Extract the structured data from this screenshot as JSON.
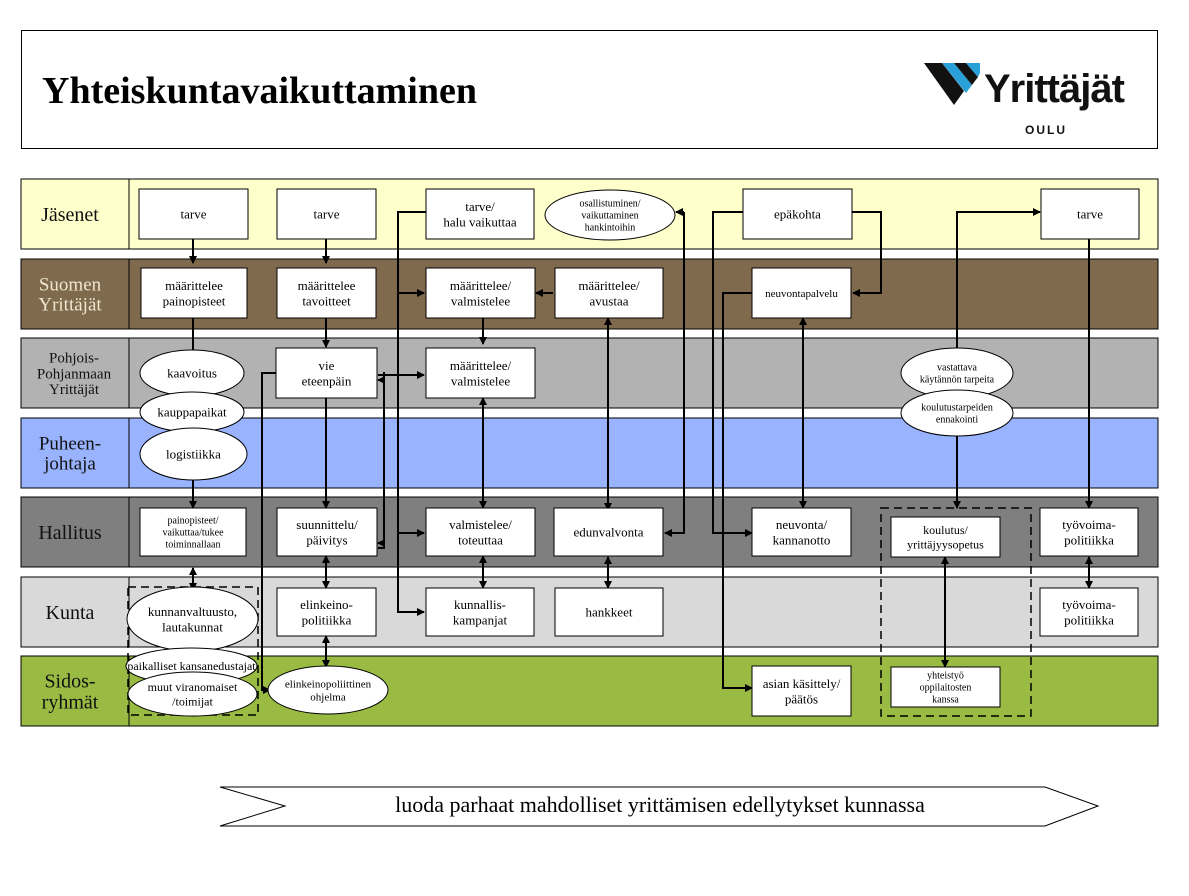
{
  "header": {
    "title": "Yhteiskuntavaikuttaminen",
    "logo_text": "Yrittäjät",
    "logo_subtext": "OULU",
    "logo_colors": {
      "dark": "#111111",
      "accent": "#2aa0d8"
    }
  },
  "lanes": [
    {
      "label": "Jäsenet",
      "color": "#ffffcc"
    },
    {
      "label": "Suomen Yrittäjät",
      "color": "#7f6a4d"
    },
    {
      "label": "Pohjois-Pohjanmaan Yrittäjät",
      "color": "#b2b2b2"
    },
    {
      "label": "Puheen-johtaja",
      "color": "#99b3ff"
    },
    {
      "label": "Hallitus",
      "color": "#7f7f7f"
    },
    {
      "label": "Kunta",
      "color": "#d9d9d9"
    },
    {
      "label": "Sidos-ryhmät",
      "color": "#99bb44"
    }
  ],
  "nodes": {
    "j1": "tarve",
    "j2": "tarve",
    "j3": "tarve/ halu vaikuttaa",
    "j4": "osallistuminen/ vaikuttaminen hankintoihin",
    "j5": "epäkohta",
    "j6": "tarve",
    "s1": "määrittelee painopisteet",
    "s2": "määrittelee tavoitteet",
    "s3": "määrittelee/ valmistelee",
    "s4": "määrittelee/ avustaa",
    "s5": "neuvontapalvelu",
    "p_kaavoitus": "kaavoitus",
    "p_vie": "vie eteenpäin",
    "p_maar": "määrittelee/ valmistelee",
    "p_vastattava": "vastattava käytännön tarpeita",
    "p_kauppa": "kauppapaikat",
    "p_koulutus": "koulutustarpeiden ennakointi",
    "pj_logistiikka": "logistiikka",
    "h1": "painopisteet/ vaikuttaa/tukee toiminnallaan",
    "h2": "suunnittelu/ päivitys",
    "h3": "valmistelee/ toteuttaa",
    "h4": "edunvalvonta",
    "h5": "neuvonta/ kannanotto",
    "h6": "koulutus/ yrittäjyysopetus",
    "h7": "työvoima-politiikka",
    "k1": "kunnanvaltuusto, lautakunnat",
    "k2": "elinkeino-politiikka",
    "k3": "kunnallis-kampanjat",
    "k4": "hankkeet",
    "k5": "työvoima-politiikka",
    "sr_paikalliset": "paikalliset kansanedustajat",
    "sr_muut": "muut viranomaiset /toimijat",
    "sr_ohjelma": "elinkeinopoliittinen ohjelma",
    "sr_asian": "asian käsittely/ päätös",
    "sr_yhteistyo": "yhteistyö oppilaitosten kanssa"
  },
  "bottom_arrow_text": "luoda parhaat mahdolliset yrittämisen edellytykset kunnassa"
}
